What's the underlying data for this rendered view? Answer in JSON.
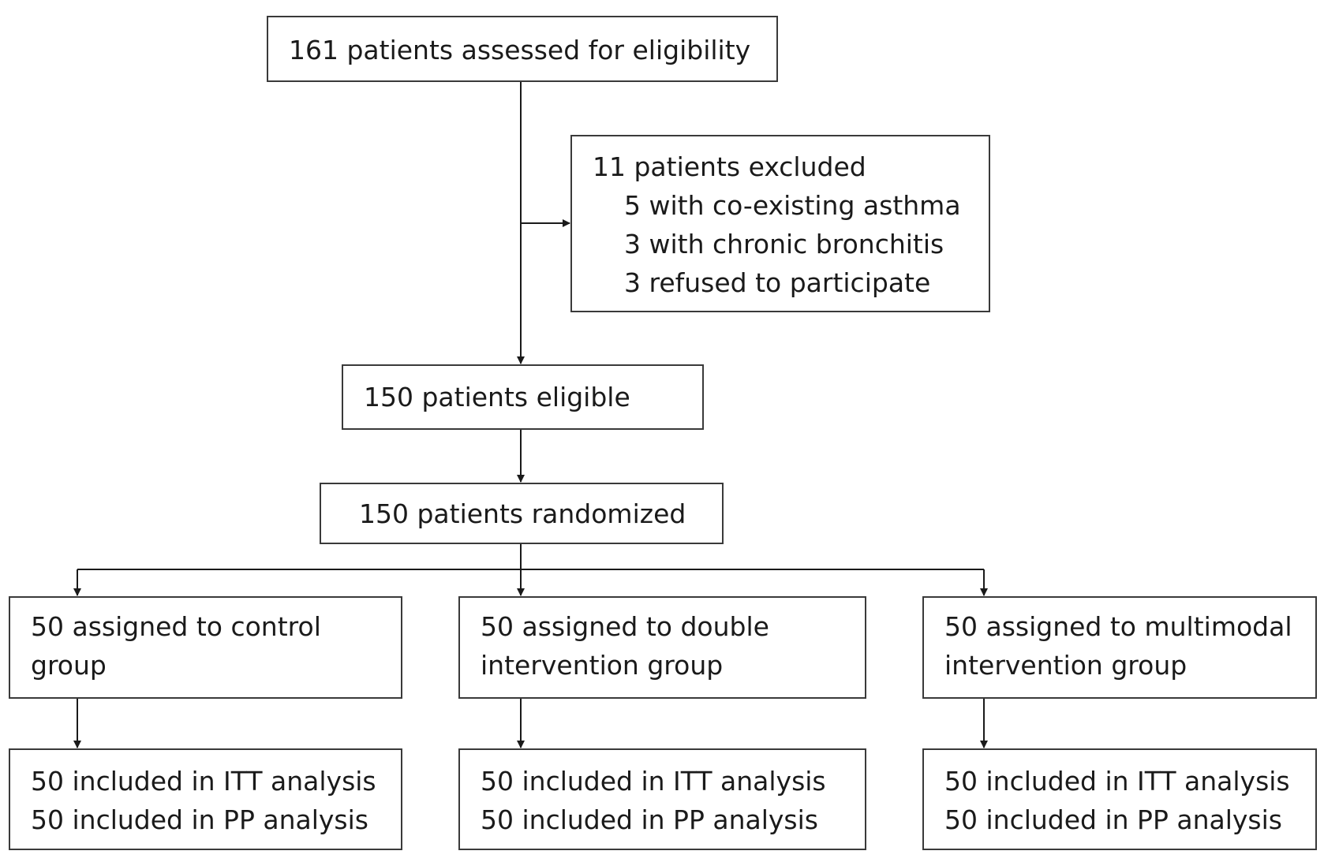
{
  "assessed": "161 patients assessed for eligibility",
  "excluded": {
    "title": "11 patients excluded",
    "reasons": [
      "5 with co-existing asthma",
      "3 with chronic bronchitis",
      "3 refused to participate"
    ]
  },
  "eligible": "150 patients eligible",
  "randomized": "150 patients randomized",
  "arms": [
    {
      "assigned": [
        "50 assigned to control",
        "group"
      ],
      "analysis": [
        "50 included in ITT analysis",
        "50 included in PP analysis"
      ]
    },
    {
      "assigned": [
        "50 assigned to double",
        "intervention group"
      ],
      "analysis": [
        "50 included in ITT analysis",
        "50 included in PP analysis"
      ]
    },
    {
      "assigned": [
        "50 assigned to multimodal",
        "intervention group"
      ],
      "analysis": [
        "50 included in ITT analysis",
        "50 included in PP analysis"
      ]
    }
  ]
}
